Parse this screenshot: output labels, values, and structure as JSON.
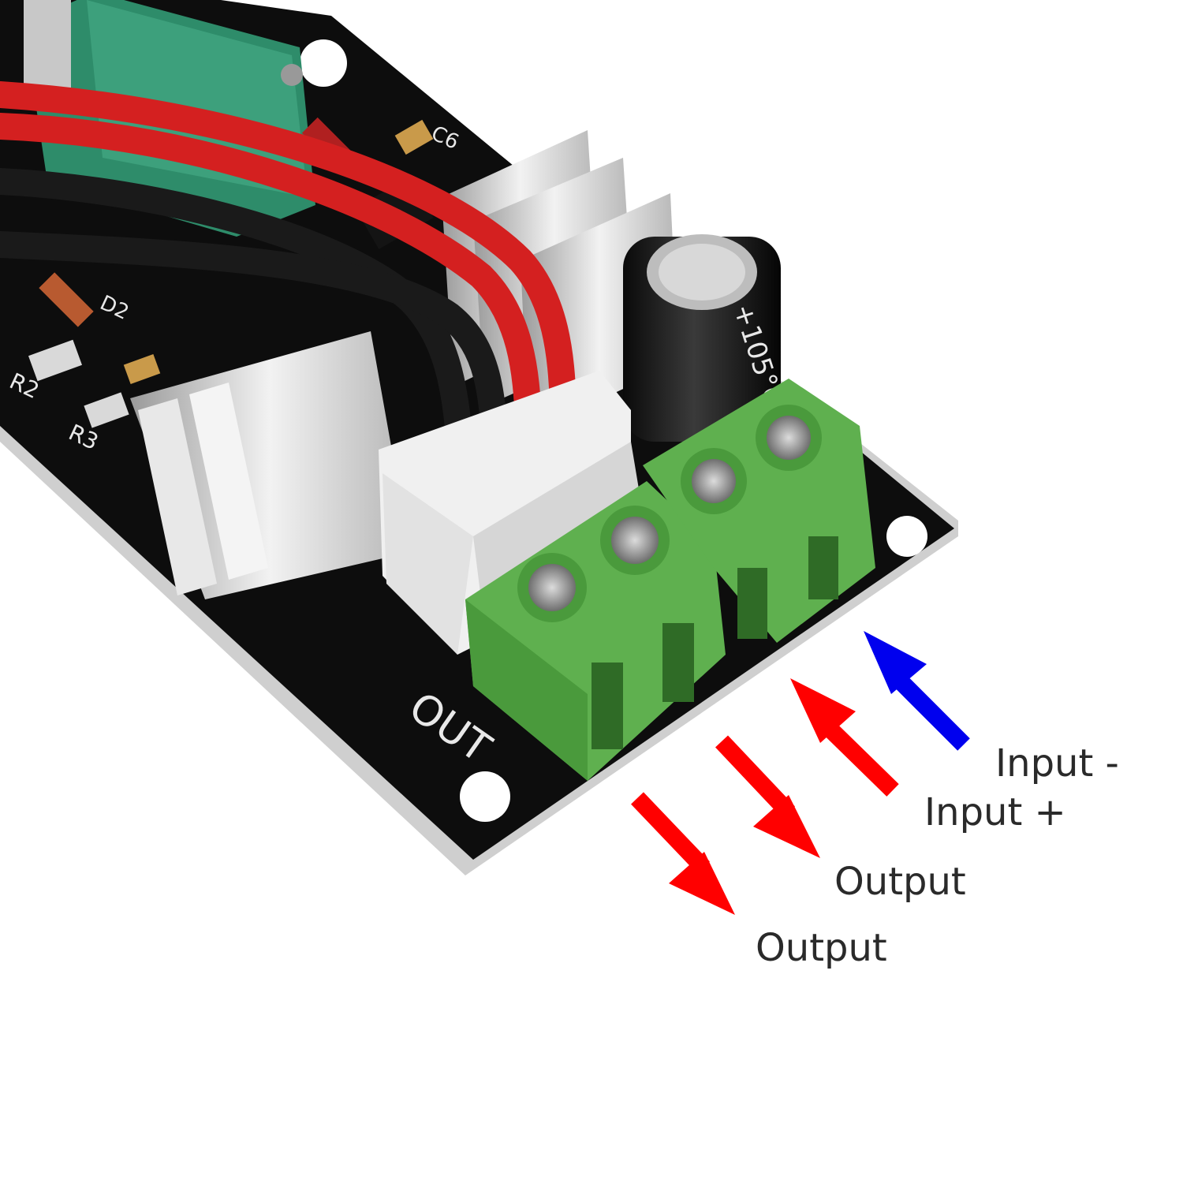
{
  "labels": {
    "input_minus": "Input -",
    "input_plus": "Input +",
    "output_a": "Output",
    "output_b": "Output"
  },
  "board": {
    "silkscreen_out": "OUT",
    "silkscreen_c6": "C6",
    "silkscreen_d2": "D2",
    "silkscreen_r2": "R2",
    "silkscreen_r3": "R3",
    "capacitor_marking": "+105°C"
  },
  "colors": {
    "pcb": "#0d0d0d",
    "terminal_block": "#5fb04f",
    "input_plus_arrow": "#ff0000",
    "input_minus_arrow": "#0000ee",
    "output_arrow": "#ff0000",
    "wire_red": "#d42020",
    "wire_black": "#1a1a1a"
  },
  "icons": {
    "input_minus_arrow": "arrow-up-left-icon",
    "input_plus_arrow": "arrow-up-left-icon",
    "output_arrow_a": "arrow-down-right-icon",
    "output_arrow_b": "arrow-down-right-icon"
  }
}
